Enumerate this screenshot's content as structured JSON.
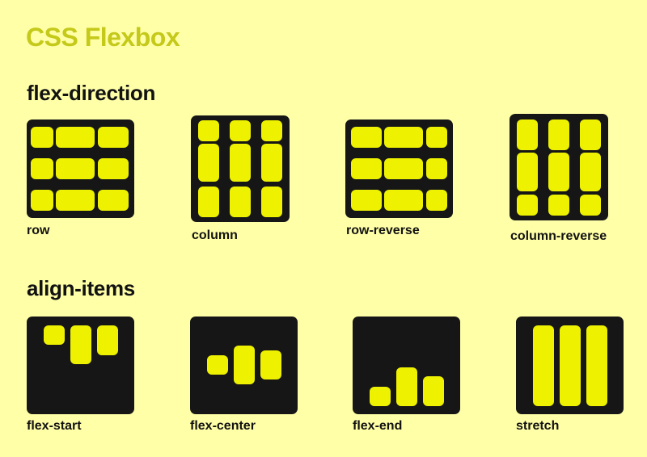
{
  "title": "CSS Flexbox",
  "sections": {
    "direction": {
      "heading": "flex-direction",
      "items": [
        {
          "label": "row"
        },
        {
          "label": "column"
        },
        {
          "label": "row-reverse"
        },
        {
          "label": "column-reverse"
        }
      ]
    },
    "align": {
      "heading": "align-items",
      "items": [
        {
          "label": "flex-start"
        },
        {
          "label": "flex-center"
        },
        {
          "label": "flex-end"
        },
        {
          "label": "stretch"
        }
      ]
    }
  },
  "colors": {
    "background": "#ffffa8",
    "title": "#c5c91a",
    "card": "#161616",
    "item": "#eef200"
  }
}
